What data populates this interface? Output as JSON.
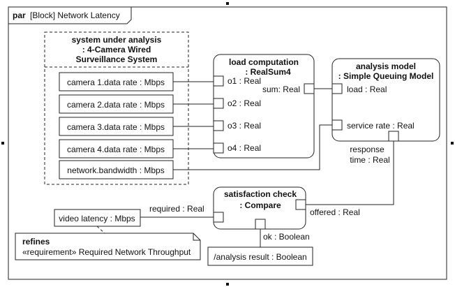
{
  "frame": {
    "keyword": "par",
    "title": "[Block] Network Latency"
  },
  "system": {
    "title_lines": [
      "system under analysis",
      ": 4-Camera Wired",
      "Surveillance System"
    ],
    "properties": [
      "camera 1.data rate : Mbps",
      "camera 2.data rate : Mbps",
      "camera 3.data rate : Mbps",
      "camera 4.data rate : Mbps",
      "network.bandwidth : Mbps"
    ]
  },
  "load_computation": {
    "title_lines": [
      "load computation",
      ": RealSum4"
    ],
    "inputs": [
      "o1 : Real",
      "o2 : Real",
      "o3 : Real",
      "o4 : Real"
    ],
    "output": "sum: Real"
  },
  "analysis_model": {
    "title_lines": [
      "analysis model",
      ": Simple Queuing Model"
    ],
    "load_port": "load : Real",
    "service_port": "service rate : Real",
    "response_lines": [
      "response",
      "time : Real"
    ]
  },
  "satisfaction": {
    "title_lines": [
      "satisfaction check",
      ": Compare"
    ],
    "required": "required : Real",
    "offered": "offered : Real",
    "ok": "ok : Boolean"
  },
  "video_latency": "video latency : Mbps",
  "analysis_result": "/analysis result : Boolean",
  "note": {
    "heading": "refines",
    "text": "«requirement» Required Network Throughput"
  }
}
